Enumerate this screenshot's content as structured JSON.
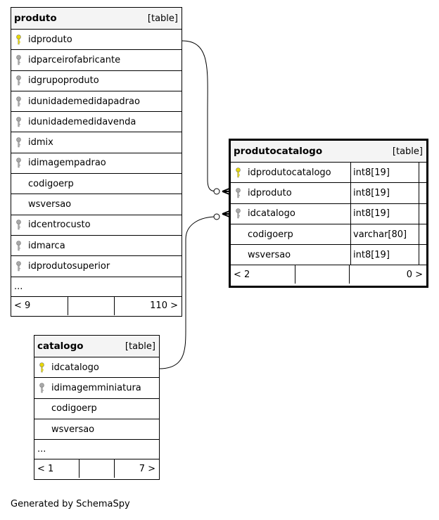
{
  "tables": {
    "produto": {
      "name": "produto",
      "type_label": "[table]",
      "columns": [
        {
          "name": "idproduto",
          "key": "primary"
        },
        {
          "name": "idparceirofabricante",
          "key": "foreign"
        },
        {
          "name": "idgrupoproduto",
          "key": "foreign"
        },
        {
          "name": "idunidademedidapadrao",
          "key": "foreign"
        },
        {
          "name": "idunidademedidavenda",
          "key": "foreign"
        },
        {
          "name": "idmix",
          "key": "foreign"
        },
        {
          "name": "idimagempadrao",
          "key": "foreign"
        },
        {
          "name": "codigoerp",
          "key": "none"
        },
        {
          "name": "wsversao",
          "key": "none"
        },
        {
          "name": "idcentrocusto",
          "key": "foreign"
        },
        {
          "name": "idmarca",
          "key": "foreign"
        },
        {
          "name": "idprodutosuperior",
          "key": "foreign"
        }
      ],
      "more": "...",
      "footer": {
        "left": "< 9",
        "right": "110 >"
      }
    },
    "produtocatalogo": {
      "name": "produtocatalogo",
      "type_label": "[table]",
      "columns": [
        {
          "name": "idprodutocatalogo",
          "key": "primary",
          "type": "int8[19]"
        },
        {
          "name": "idproduto",
          "key": "foreign",
          "type": "int8[19]"
        },
        {
          "name": "idcatalogo",
          "key": "foreign",
          "type": "int8[19]"
        },
        {
          "name": "codigoerp",
          "key": "none",
          "type": "varchar[80]"
        },
        {
          "name": "wsversao",
          "key": "none",
          "type": "int8[19]"
        }
      ],
      "footer": {
        "left": "< 2",
        "right": "0 >"
      }
    },
    "catalogo": {
      "name": "catalogo",
      "type_label": "[table]",
      "columns": [
        {
          "name": "idcatalogo",
          "key": "primary"
        },
        {
          "name": "idimagemminiatura",
          "key": "foreign"
        },
        {
          "name": "codigoerp",
          "key": "none"
        },
        {
          "name": "wsversao",
          "key": "none"
        }
      ],
      "more": "...",
      "footer": {
        "left": "< 1",
        "right": "7 >"
      }
    }
  },
  "colors": {
    "primary_key": "#e8d800",
    "foreign_key": "#a8a8a8",
    "header_bg": "#f4f4f4"
  },
  "credit": "Generated by SchemaSpy"
}
